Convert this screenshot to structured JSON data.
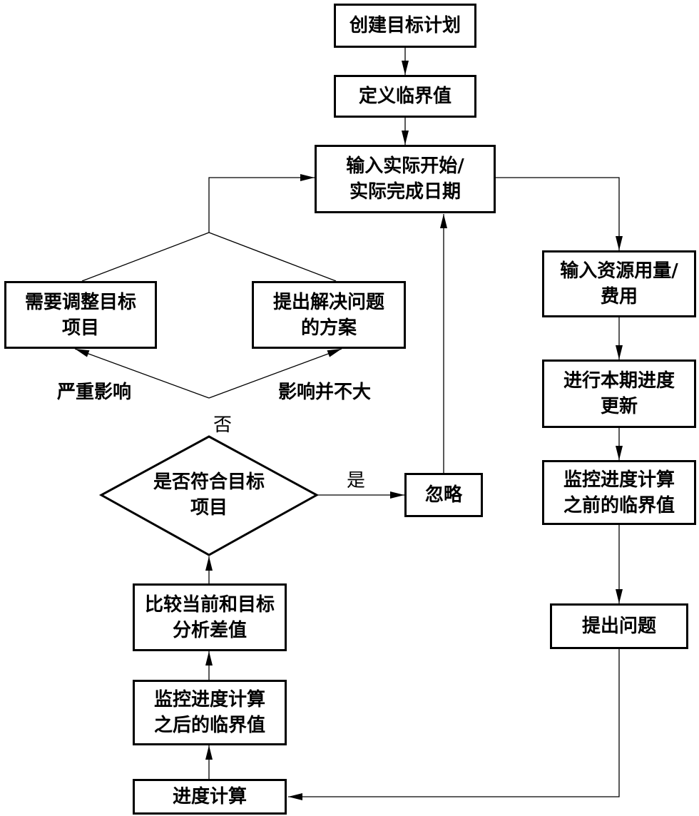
{
  "nodes": {
    "create_plan": "创建目标计划",
    "define_threshold": "定义临界值",
    "input_actual_dates": "输入实际开始/\n实际完成日期",
    "input_resource": "输入资源用量/\n费用",
    "update_progress": "进行本期进度\n更新",
    "monitor_before": "监控进度计算\n之前的临界值",
    "raise_issue": "提出问题",
    "schedule_calc": "进度计算",
    "monitor_after": "监控进度计算\n之后的临界值",
    "compare": "比较当前和目标\n分析差值",
    "decision": "是否符合目标\n项目",
    "ignore": "忽略",
    "adjust_target": "需要调整目标\n项目",
    "propose_solution": "提出解决问题\n的方案"
  },
  "labels": {
    "yes": "是",
    "no": "否",
    "severe": "严重影响",
    "minor": "影响并不大"
  }
}
